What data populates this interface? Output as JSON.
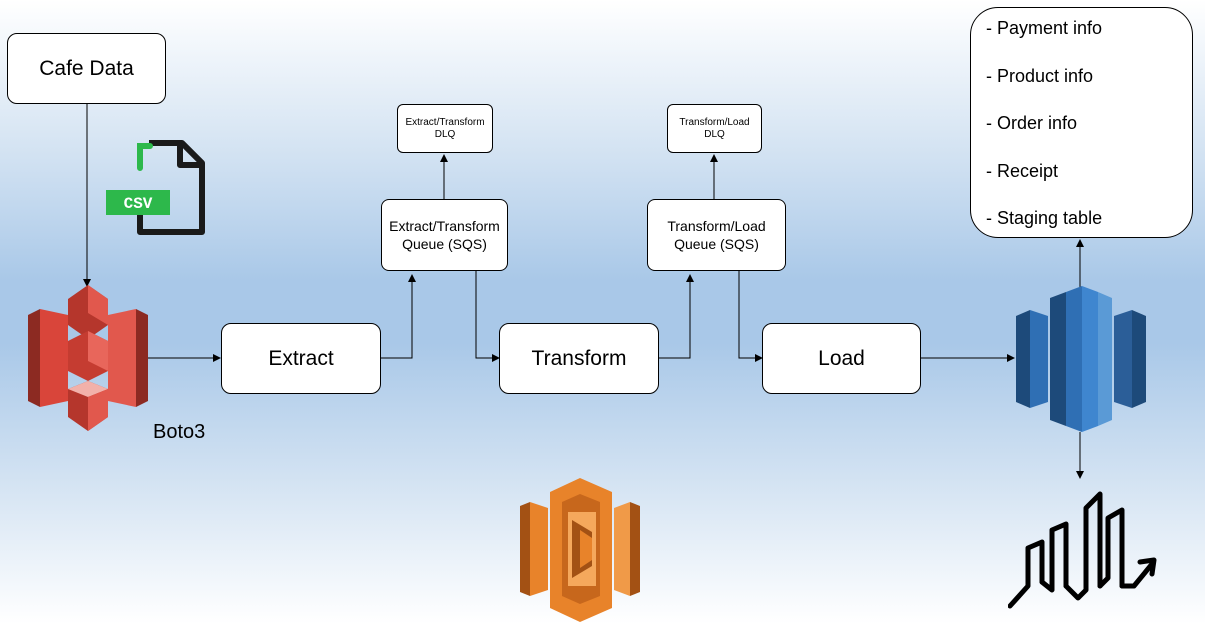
{
  "diagram": {
    "source_box": "Cafe Data",
    "csv_badge": "CSV",
    "boto_label": "Boto3",
    "steps": {
      "extract": "Extract",
      "transform": "Transform",
      "load": "Load"
    },
    "queues": {
      "extract_transform": "Extract/Transform\nQueue (SQS)",
      "transform_load": "Transform/Load\nQueue (SQS)"
    },
    "dlqs": {
      "extract_transform": "Extract/Transform\nDLQ",
      "transform_load": "Transform/Load\nDLQ"
    },
    "tables": [
      "- Payment info",
      "- Product info",
      "- Order info",
      "- Receipt",
      "- Staging table"
    ]
  },
  "icons": {
    "s3": "amazon-s3-icon",
    "csv": "csv-file-icon",
    "lambda": "aws-lambda-icon",
    "redshift": "amazon-redshift-icon",
    "dashboard": "city-chart-icon"
  },
  "colors": {
    "s3_red": "#d9453a",
    "lambda_orange": "#e8832a",
    "redshift_blue": "#2f6fb4",
    "csv_green": "#2db84b"
  }
}
